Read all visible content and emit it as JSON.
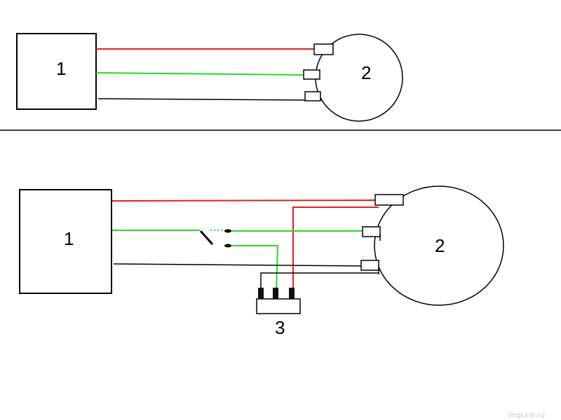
{
  "top": {
    "box_label": "1",
    "circle_label": "2"
  },
  "bottom": {
    "box_label": "1",
    "circle_label": "2",
    "block_label": "3"
  },
  "colors": {
    "wire_red": "#e02020",
    "wire_green": "#22dd22",
    "wire_black": "#000000",
    "outline": "#000000"
  },
  "watermark": "imgLink.ru"
}
